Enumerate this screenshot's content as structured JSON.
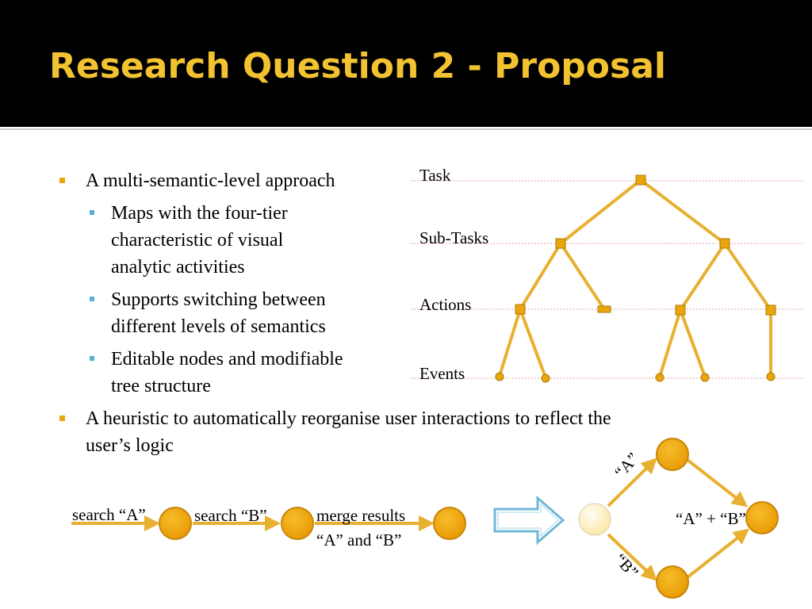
{
  "slide": {
    "title": "Research Question 2 - Proposal",
    "bullets": [
      {
        "text": "A multi-semantic-level approach"
      },
      {
        "text": "A heuristic to automatically reorganise user interactions to reflect the user’s logic"
      }
    ],
    "sub_bullets": [
      {
        "line1": "Maps with the four-tier",
        "line2": "characteristic of visual",
        "line3": "analytic activities"
      },
      {
        "line1": "Supports switching between",
        "line2": "different levels of semantics"
      },
      {
        "line1": "Editable nodes and modifiable",
        "line2": "tree structure"
      }
    ],
    "bullet2_line1": "A heuristic to automatically reorganise user interactions to reflect the",
    "bullet2_line2": "user’s logic"
  },
  "tree": {
    "levels": [
      "Task",
      "Sub-Tasks",
      "Actions",
      "Events"
    ]
  },
  "sequence": {
    "labels": [
      "search “A”",
      "search “B”",
      "merge results",
      "“A” and “B”"
    ]
  },
  "graph": {
    "edge_labels": [
      "“A”",
      "“B”",
      "“A” + “B”"
    ]
  },
  "colors": {
    "title": "#f2c230",
    "node_fill": "#f0a80a",
    "node_stroke": "#c8860a",
    "edge": "#e8b030",
    "arrow_outline": "#6fb8d8"
  }
}
